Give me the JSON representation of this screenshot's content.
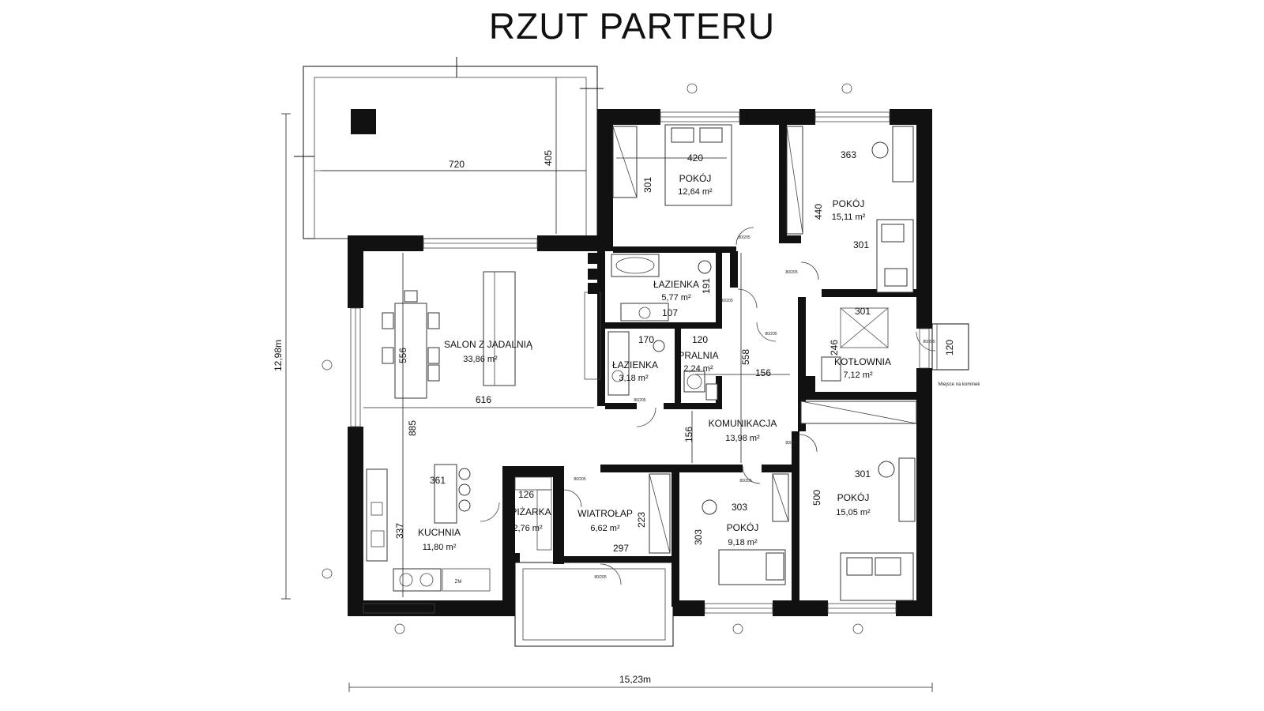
{
  "title": "RZUT PARTERU",
  "rooms": [
    {
      "name": "POKÓJ",
      "area": "12,64 m²"
    },
    {
      "name": "POKÓJ",
      "area": "15,11 m²"
    },
    {
      "name": "ŁAZIENKA",
      "area": "5,77 m²"
    },
    {
      "name": "SALON Z JADALNIĄ",
      "area": "33,86 m²"
    },
    {
      "name": "ŁAZIENKA",
      "area": "3,18 m²"
    },
    {
      "name": "PRALNIA",
      "area": "2,24 m²"
    },
    {
      "name": "KOTŁOWNIA",
      "area": "7,12 m²"
    },
    {
      "name": "KOMUNIKACJA",
      "area": "13,98 m²"
    },
    {
      "name": "POKÓJ",
      "area": "15,05 m²"
    },
    {
      "name": "SPIŻARKA",
      "area": "2,76 m²"
    },
    {
      "name": "WIATROŁAP",
      "area": "6,62 m²"
    },
    {
      "name": "KUCHNIA",
      "area": "11,80 m²"
    },
    {
      "name": "POKÓJ",
      "area": "9,18 m²"
    }
  ],
  "dimensions": [
    "720",
    "405",
    "420",
    "301",
    "363",
    "440",
    "301",
    "191",
    "107",
    "170",
    "120",
    "558",
    "156",
    "301",
    "246",
    "120",
    "556",
    "616",
    "885",
    "156",
    "361",
    "126",
    "337",
    "223",
    "297",
    "303",
    "303",
    "301",
    "500",
    "12,98m",
    "15,23m"
  ],
  "notes": [
    "Miejsce na kominek",
    "ZM"
  ],
  "door_labels": [
    "80/205"
  ]
}
